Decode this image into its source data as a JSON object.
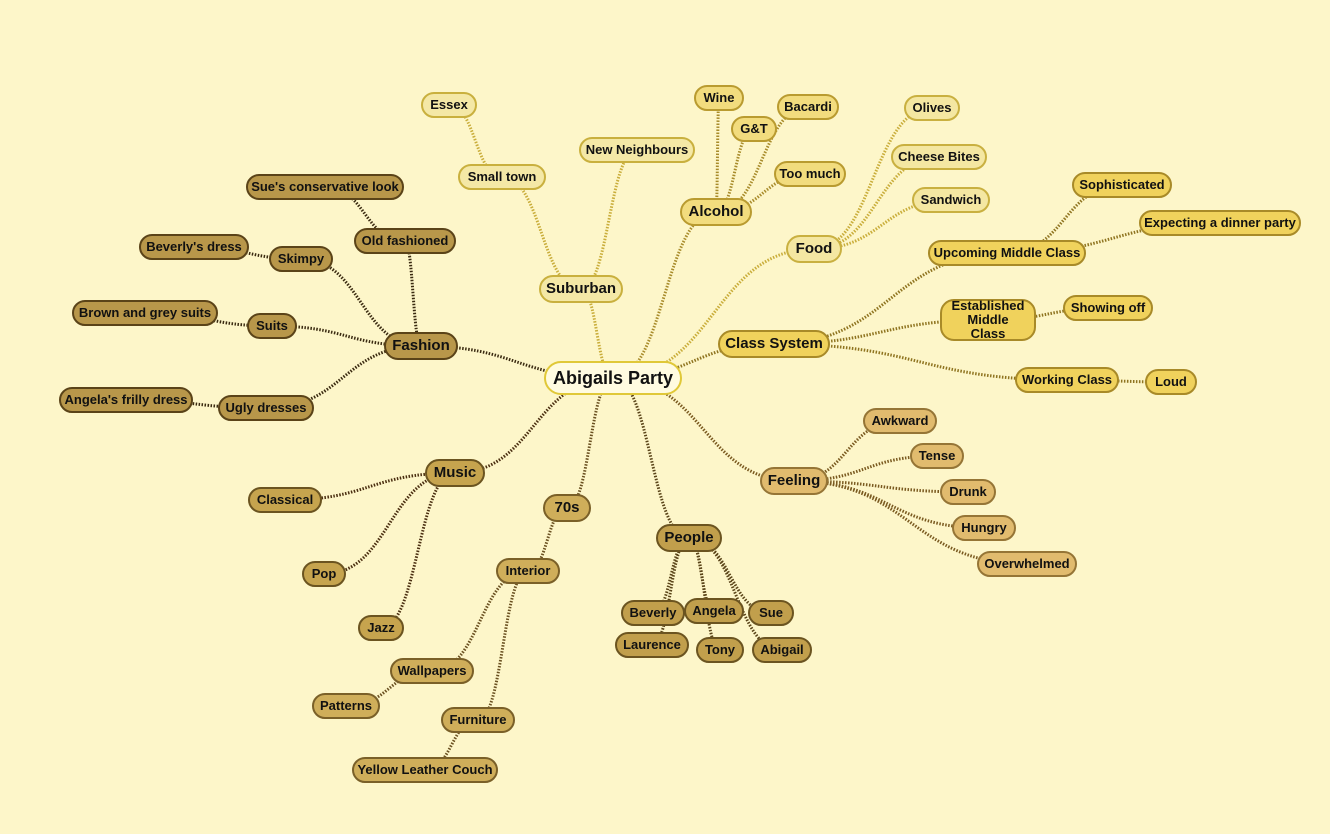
{
  "title": "Abigails Party",
  "branch_colors": {
    "suburban": {
      "fill": "#f4e8a6",
      "border": "#c9b03e",
      "edge": "#c9ad3a"
    },
    "alcohol": {
      "fill": "#f2dc7e",
      "border": "#b99b30",
      "edge": "#a88b2a"
    },
    "food": {
      "fill": "#f4e7a2",
      "border": "#c9b040",
      "edge": "#c9ad3a"
    },
    "class": {
      "fill": "#f0d25c",
      "border": "#a88a28",
      "edge": "#8f7420"
    },
    "feeling": {
      "fill": "#e1bb6e",
      "border": "#957536",
      "edge": "#7a5a20"
    },
    "people": {
      "fill": "#c19f4c",
      "border": "#6b5420",
      "edge": "#5a4418"
    },
    "seventies": {
      "fill": "#cfae5a",
      "border": "#7a6028",
      "edge": "#6a5020"
    },
    "music": {
      "fill": "#c6a44e",
      "border": "#6b5420",
      "edge": "#4a2e10"
    },
    "fashion": {
      "fill": "#b8974a",
      "border": "#5a4318",
      "edge": "#3a2a10"
    }
  },
  "nodes": [
    {
      "id": "root",
      "label": "Abigails Party",
      "parent": null,
      "branch": "root"
    },
    {
      "id": "suburban",
      "label": "Suburban",
      "parent": "root",
      "branch": "suburban"
    },
    {
      "id": "smalltown",
      "label": "Small town",
      "parent": "suburban",
      "branch": "suburban"
    },
    {
      "id": "essex",
      "label": "Essex",
      "parent": "smalltown",
      "branch": "suburban"
    },
    {
      "id": "newneigh",
      "label": "New Neighbours",
      "parent": "suburban",
      "branch": "suburban"
    },
    {
      "id": "alcohol",
      "label": "Alcohol",
      "parent": "root",
      "branch": "alcohol"
    },
    {
      "id": "wine",
      "label": "Wine",
      "parent": "alcohol",
      "branch": "alcohol"
    },
    {
      "id": "gt",
      "label": "G&T",
      "parent": "alcohol",
      "branch": "alcohol"
    },
    {
      "id": "bacardi",
      "label": "Bacardi",
      "parent": "alcohol",
      "branch": "alcohol"
    },
    {
      "id": "toomuch",
      "label": "Too much",
      "parent": "alcohol",
      "branch": "alcohol"
    },
    {
      "id": "food",
      "label": "Food",
      "parent": "root",
      "branch": "food"
    },
    {
      "id": "olives",
      "label": "Olives",
      "parent": "food",
      "branch": "food"
    },
    {
      "id": "cheese",
      "label": "Cheese Bites",
      "parent": "food",
      "branch": "food"
    },
    {
      "id": "sandwich",
      "label": "Sandwich",
      "parent": "food",
      "branch": "food"
    },
    {
      "id": "class",
      "label": "Class System",
      "parent": "root",
      "branch": "class"
    },
    {
      "id": "upcoming",
      "label": "Upcoming Middle Class",
      "parent": "class",
      "branch": "class"
    },
    {
      "id": "sophisticated",
      "label": "Sophisticated",
      "parent": "upcoming",
      "branch": "class"
    },
    {
      "id": "dinner",
      "label": "Expecting a dinner party",
      "parent": "upcoming",
      "branch": "class"
    },
    {
      "id": "established",
      "label": "Established Middle Class",
      "parent": "class",
      "branch": "class"
    },
    {
      "id": "showing",
      "label": "Showing off",
      "parent": "established",
      "branch": "class"
    },
    {
      "id": "working",
      "label": "Working Class",
      "parent": "class",
      "branch": "class"
    },
    {
      "id": "loud",
      "label": "Loud",
      "parent": "working",
      "branch": "class"
    },
    {
      "id": "feeling",
      "label": "Feeling",
      "parent": "root",
      "branch": "feeling"
    },
    {
      "id": "awkward",
      "label": "Awkward",
      "parent": "feeling",
      "branch": "feeling"
    },
    {
      "id": "tense",
      "label": "Tense",
      "parent": "feeling",
      "branch": "feeling"
    },
    {
      "id": "drunk",
      "label": "Drunk",
      "parent": "feeling",
      "branch": "feeling"
    },
    {
      "id": "hungry",
      "label": "Hungry",
      "parent": "feeling",
      "branch": "feeling"
    },
    {
      "id": "overwhelmed",
      "label": "Overwhelmed",
      "parent": "feeling",
      "branch": "feeling"
    },
    {
      "id": "people",
      "label": "People",
      "parent": "root",
      "branch": "people"
    },
    {
      "id": "beverly",
      "label": "Beverly",
      "parent": "people",
      "branch": "people"
    },
    {
      "id": "laurence",
      "label": "Laurence",
      "parent": "people",
      "branch": "people"
    },
    {
      "id": "angela",
      "label": "Angela",
      "parent": "people",
      "branch": "people"
    },
    {
      "id": "tony",
      "label": "Tony",
      "parent": "people",
      "branch": "people"
    },
    {
      "id": "sue",
      "label": "Sue",
      "parent": "people",
      "branch": "people"
    },
    {
      "id": "abigail",
      "label": "Abigail",
      "parent": "people",
      "branch": "people"
    },
    {
      "id": "seventies",
      "label": "70s",
      "parent": "root",
      "branch": "seventies"
    },
    {
      "id": "interior",
      "label": "Interior",
      "parent": "seventies",
      "branch": "seventies"
    },
    {
      "id": "wallpapers",
      "label": "Wallpapers",
      "parent": "interior",
      "branch": "seventies"
    },
    {
      "id": "patterns",
      "label": "Patterns",
      "parent": "wallpapers",
      "branch": "seventies"
    },
    {
      "id": "furniture",
      "label": "Furniture",
      "parent": "interior",
      "branch": "seventies"
    },
    {
      "id": "couch",
      "label": "Yellow Leather Couch",
      "parent": "furniture",
      "branch": "seventies"
    },
    {
      "id": "music",
      "label": "Music",
      "parent": "root",
      "branch": "music"
    },
    {
      "id": "classical",
      "label": "Classical",
      "parent": "music",
      "branch": "music"
    },
    {
      "id": "pop",
      "label": "Pop",
      "parent": "music",
      "branch": "music"
    },
    {
      "id": "jazz",
      "label": "Jazz",
      "parent": "music",
      "branch": "music"
    },
    {
      "id": "fashion",
      "label": "Fashion",
      "parent": "root",
      "branch": "fashion"
    },
    {
      "id": "oldfashioned",
      "label": "Old fashioned",
      "parent": "fashion",
      "branch": "fashion"
    },
    {
      "id": "suelook",
      "label": "Sue's conservative look",
      "parent": "oldfashioned",
      "branch": "fashion"
    },
    {
      "id": "skimpy",
      "label": "Skimpy",
      "parent": "fashion",
      "branch": "fashion"
    },
    {
      "id": "beverlydress",
      "label": "Beverly's dress",
      "parent": "skimpy",
      "branch": "fashion"
    },
    {
      "id": "suits",
      "label": "Suits",
      "parent": "fashion",
      "branch": "fashion"
    },
    {
      "id": "browngrey",
      "label": "Brown and grey suits",
      "parent": "suits",
      "branch": "fashion"
    },
    {
      "id": "ugly",
      "label": "Ugly dresses",
      "parent": "fashion",
      "branch": "fashion"
    },
    {
      "id": "angeladress",
      "label": "Angela's frilly dress",
      "parent": "ugly",
      "branch": "fashion"
    }
  ]
}
